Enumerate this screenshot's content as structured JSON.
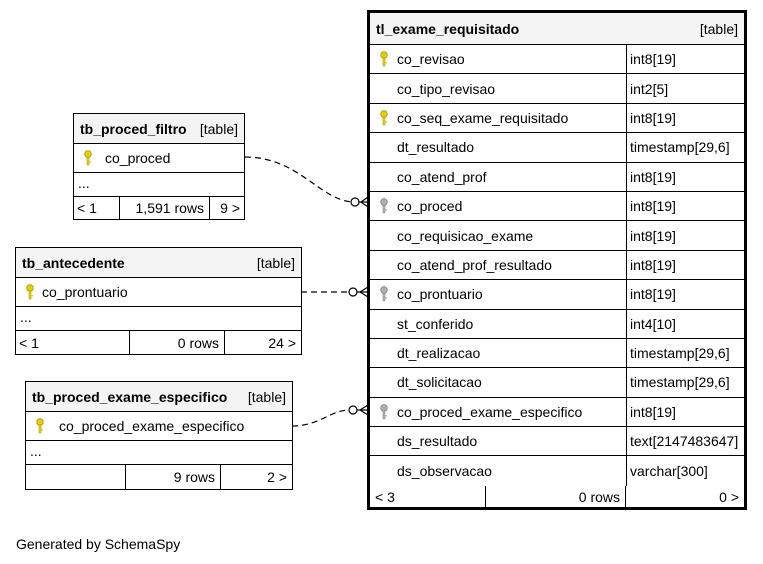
{
  "main_table": {
    "name": "tl_exame_requisitado",
    "tag": "[table]",
    "columns": [
      {
        "name": "co_revisao",
        "type": "int8[19]",
        "key": "primary"
      },
      {
        "name": "co_tipo_revisao",
        "type": "int2[5]",
        "key": ""
      },
      {
        "name": "co_seq_exame_requisitado",
        "type": "int8[19]",
        "key": "primary"
      },
      {
        "name": "dt_resultado",
        "type": "timestamp[29,6]",
        "key": ""
      },
      {
        "name": "co_atend_prof",
        "type": "int8[19]",
        "key": ""
      },
      {
        "name": "co_proced",
        "type": "int8[19]",
        "key": "foreign"
      },
      {
        "name": "co_requisicao_exame",
        "type": "int8[19]",
        "key": ""
      },
      {
        "name": "co_atend_prof_resultado",
        "type": "int8[19]",
        "key": ""
      },
      {
        "name": "co_prontuario",
        "type": "int8[19]",
        "key": "foreign"
      },
      {
        "name": "st_conferido",
        "type": "int4[10]",
        "key": ""
      },
      {
        "name": "dt_realizacao",
        "type": "timestamp[29,6]",
        "key": ""
      },
      {
        "name": "dt_solicitacao",
        "type": "timestamp[29,6]",
        "key": ""
      },
      {
        "name": "co_proced_exame_especifico",
        "type": "int8[19]",
        "key": "foreign"
      },
      {
        "name": "ds_resultado",
        "type": "text[2147483647]",
        "key": ""
      },
      {
        "name": "ds_observacao",
        "type": "varchar[300]",
        "key": ""
      }
    ],
    "footer": {
      "parents": "< 3",
      "rows": "0 rows",
      "children": "0 >"
    }
  },
  "proced_filtro": {
    "name": "tb_proced_filtro",
    "tag": "[table]",
    "column": "co_proced",
    "ellipsis": "...",
    "footer": {
      "parents": "< 1",
      "rows": "1,591 rows",
      "children": "9 >"
    }
  },
  "antecedente": {
    "name": "tb_antecedente",
    "tag": "[table]",
    "column": "co_prontuario",
    "ellipsis": "...",
    "footer": {
      "parents": "< 1",
      "rows": "0 rows",
      "children": "24 >"
    }
  },
  "proced_exame_especifico": {
    "name": "tb_proced_exame_especifico",
    "tag": "[table]",
    "column": "co_proced_exame_especifico",
    "ellipsis": "...",
    "footer": {
      "parents": "",
      "rows": "9 rows",
      "children": "2 >"
    }
  },
  "generated_by": "Generated by SchemaSpy",
  "colors": {
    "primary_key": "#e8d000",
    "foreign_key": "#b0b0b0",
    "header_bg": "#f4f4f4"
  }
}
